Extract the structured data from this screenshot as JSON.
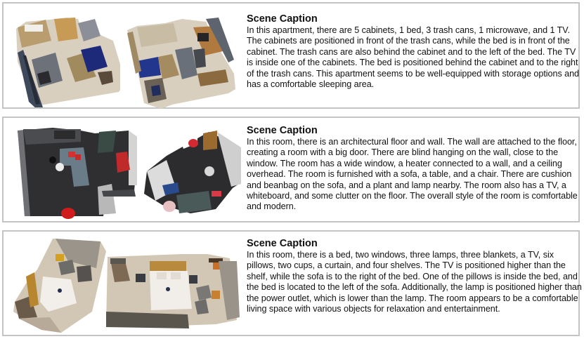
{
  "panels": [
    {
      "images": [
        {
          "label": "apartment-view-1",
          "description": "3D top-down reconstruction of an apartment with kitchen, living area, navy bed"
        },
        {
          "label": "apartment-view-2",
          "description": "3D top-down reconstruction of the same apartment from a different angle"
        }
      ],
      "caption_title": "Scene Caption",
      "caption_text": "In this apartment, there are 5 cabinets, 1 bed, 3 trash cans, 1 microwave, and 1 TV. The cabinets are positioned in front of the trash cans, while the bed is in front of the cabinet. The trash cans are also behind the cabinet and to the left of the bed. The TV is inside one of the cabinets. The bed is positioned behind the cabinet and to the right of the trash cans. This apartment seems to be well-equipped with storage options and has a comfortable sleeping area."
    },
    {
      "images": [
        {
          "label": "room-view-1",
          "description": "3D top-down reconstruction of a dark-floored living room with grey sofa and red cushions"
        },
        {
          "label": "room-view-2",
          "description": "3D top-down reconstruction of the same room from a different angle"
        }
      ],
      "caption_title": "Scene Caption",
      "caption_text": "In this room, there is an architectural floor and wall. The wall are attached to the floor, creating a room with a big door. There are blind hanging on the wall, close to the window. The room has a wide window, a heater connected to a wall, and a ceiling overhead. The room is furnished with a sofa, a table, and a chair. There are cushion and beanbag on the sofa, and a plant and lamp nearby. The room also has a TV, a whiteboard, and some clutter on the floor. The overall style of the room is comfortable and modern."
    },
    {
      "images": [
        {
          "label": "bedroom-view-1",
          "description": "3D top-down reconstruction of a bedroom with white bed and armchairs"
        },
        {
          "label": "bedroom-view-2",
          "description": "3D top-down reconstruction of the same bedroom from a different angle"
        }
      ],
      "caption_title": "Scene Caption",
      "caption_text": "In this room, there is a bed, two windows, three lamps, three blankets, a TV, six pillows, two cups, a curtain, and four shelves. The TV is positioned higher than the shelf, while the sofa is to the right of the bed. One of the pillows is inside the bed, and the bed is located to the left of the sofa. Additionally, the lamp is positioned higher than the power outlet, which is lower than the lamp. The room appears to be a comfortable living space with various objects for relaxation and entertainment."
    }
  ],
  "colors": {
    "panel_border": "#c4c4c4",
    "text": "#111111"
  }
}
